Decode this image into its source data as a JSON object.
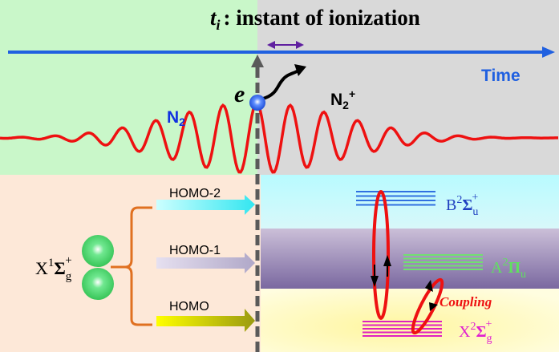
{
  "title": {
    "symbol": "t",
    "subscript": "i",
    "text": ": instant of ionization"
  },
  "time_label": "Time",
  "neutral_label": {
    "base": "N",
    "sub": "2"
  },
  "ion_label": {
    "base": "N",
    "sub": "2",
    "sup": "+"
  },
  "electron_label": "e",
  "ground_state": {
    "letter": "X",
    "mult": "1",
    "sym": "Σ",
    "sub": "g",
    "sup": "+"
  },
  "orbitals": [
    {
      "label": "HOMO-2",
      "color_start": "#ccffff",
      "color_end": "#33e6f0"
    },
    {
      "label": "HOMO-1",
      "color_start": "#e6e0f0",
      "color_end": "#b0a8c8"
    },
    {
      "label": "HOMO",
      "color_start": "#ffff00",
      "color_end": "#9a9a10"
    }
  ],
  "ion_states": [
    {
      "letter": "B",
      "mult": "2",
      "sym": "Σ",
      "sub": "u",
      "sup": "+",
      "color": "#2040c0",
      "line_color": "#3070e0"
    },
    {
      "letter": "A",
      "mult": "2",
      "sym": "Π",
      "sub": "u",
      "sup": "",
      "color": "#60e060",
      "line_color": "#70e070"
    },
    {
      "letter": "X",
      "mult": "2",
      "sym": "Σ",
      "sub": "g",
      "sup": "+",
      "color": "#e020d0",
      "line_color": "#e020c0"
    }
  ],
  "coupling_label": "Coupling",
  "colors": {
    "time_axis": "#2060e0",
    "laser": "#ee1111",
    "bracket": "#e07020"
  }
}
